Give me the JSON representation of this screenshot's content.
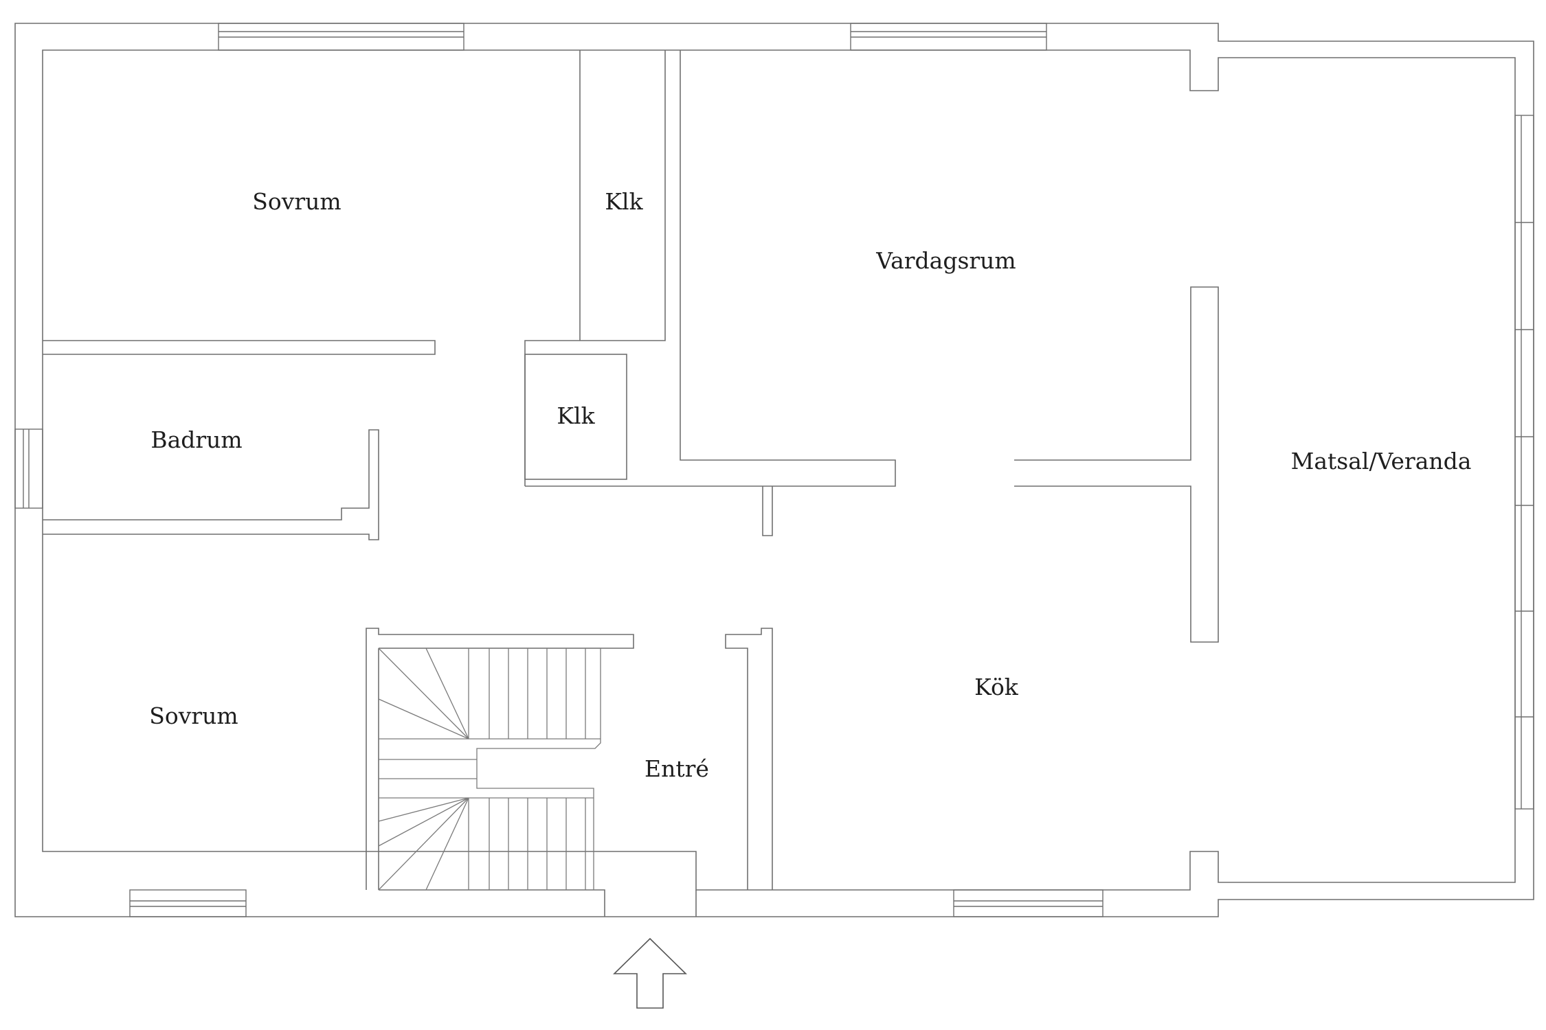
{
  "rooms": {
    "sovrum_top": "Sovrum",
    "klk_top": "Klk",
    "vardagsrum": "Vardagsrum",
    "klk_mid": "Klk",
    "badrum": "Badrum",
    "matsal": "Matsal/Veranda",
    "kok": "Kök",
    "sovrum_bottom": "Sovrum",
    "entre": "Entré"
  },
  "icons": {
    "entrance": "up-arrow-icon"
  },
  "colors": {
    "wall": "#6f6f6f",
    "label": "#1e1e1e",
    "background": "#ffffff"
  }
}
